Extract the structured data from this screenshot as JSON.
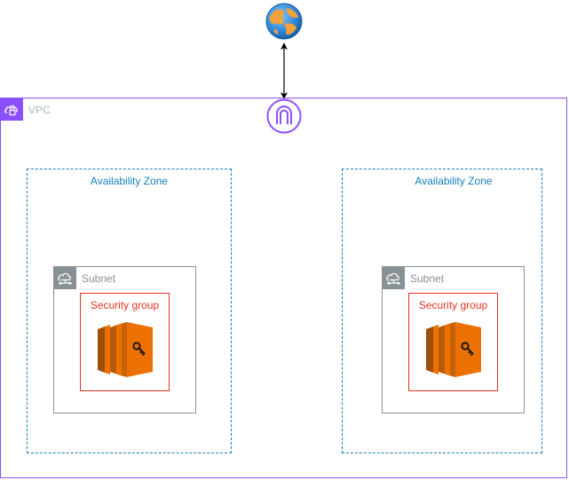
{
  "vpc": {
    "label": "VPC",
    "color": "#8C4FFF"
  },
  "availability_zones": [
    {
      "label": "Availability Zone"
    },
    {
      "label": "Availability Zone"
    }
  ],
  "subnets": [
    {
      "label": "Subnet"
    },
    {
      "label": "Subnet"
    }
  ],
  "security_groups": [
    {
      "label": "Security group",
      "instance_icon": "ec2-instance-icon"
    },
    {
      "label": "Security group",
      "instance_icon": "ec2-instance-icon"
    }
  ],
  "icons": {
    "internet": "internet-globe-icon",
    "gateway": "internet-gateway-icon"
  },
  "colors": {
    "vpc": "#8C4FFF",
    "availability_zone": "#147EBA",
    "subnet": "#879196",
    "security_group": "#DD3522",
    "ec2": "#ED7100"
  }
}
